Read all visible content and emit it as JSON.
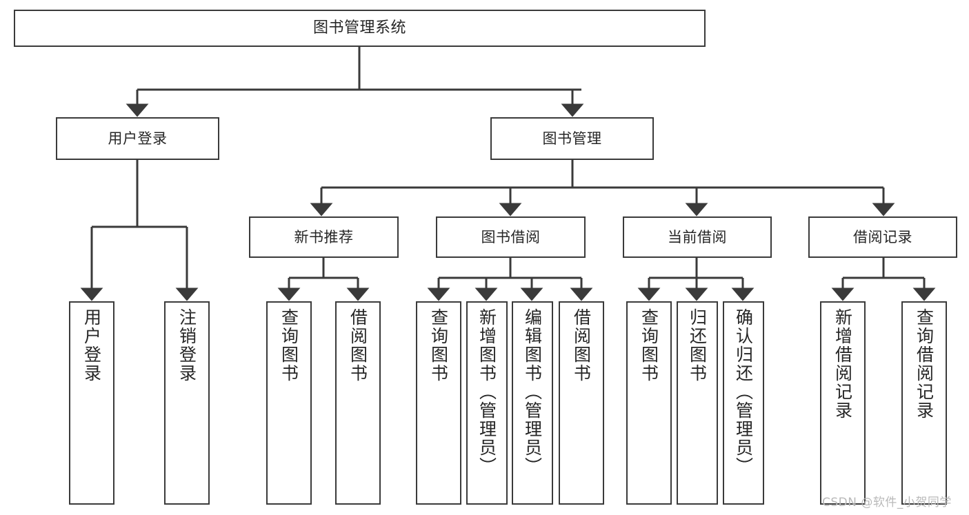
{
  "diagram": {
    "title": "图书管理系统",
    "type": "tree-hierarchy-diagram",
    "colors": {
      "box_border": "#3a3a3a",
      "box_fill": "#ffffff",
      "connector": "#3a3a3a",
      "text": "#262626",
      "watermark": "#b9b9b9",
      "background": "#ffffff"
    },
    "nodes": {
      "root": {
        "label": "图书管理系统"
      },
      "level2": [
        {
          "label": "用户登录"
        },
        {
          "label": "图书管理"
        }
      ],
      "level3": [
        {
          "label": "新书推荐"
        },
        {
          "label": "图书借阅"
        },
        {
          "label": "当前借阅"
        },
        {
          "label": "借阅记录"
        }
      ],
      "leaves": {
        "user_login": [
          {
            "label": "用户登录"
          },
          {
            "label": "注销登录"
          }
        ],
        "new_book_recommend": [
          {
            "label": "查询图书"
          },
          {
            "label": "借阅图书"
          }
        ],
        "book_borrow": [
          {
            "label": "查询图书"
          },
          {
            "label": "新增图书（管理员）"
          },
          {
            "label": "编辑图书（管理员）"
          },
          {
            "label": "借阅图书"
          }
        ],
        "current_borrow": [
          {
            "label": "查询图书"
          },
          {
            "label": "归还图书"
          },
          {
            "label": "确认归还（管理员）"
          }
        ],
        "borrow_record": [
          {
            "label": "新增借阅记录"
          },
          {
            "label": "查询借阅记录"
          }
        ]
      }
    },
    "watermark": "CSDN @软件_小贺同学"
  }
}
